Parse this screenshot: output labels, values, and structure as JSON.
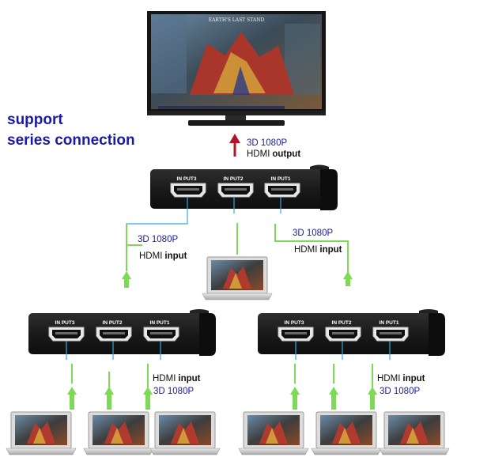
{
  "heading": {
    "line1": "support",
    "line2": "series connection"
  },
  "tv": {
    "screen_title": "EARTH'S LAST STAND"
  },
  "top_switch": {
    "ports": [
      "IN PUT3",
      "IN PUT2",
      "IN PUT1"
    ],
    "output_label": {
      "spec": "3D 1080P",
      "hdmi": "HDMI",
      "word": "output"
    }
  },
  "left_switch": {
    "ports": [
      "IN PUT3",
      "IN PUT2",
      "IN PUT1"
    ],
    "upper_link_label": {
      "spec": "3D 1080P",
      "hdmi": "HDMI",
      "word": "input"
    },
    "lower_label": {
      "hdmi": "HDMI",
      "word": "input",
      "spec": "3D 1080P"
    }
  },
  "right_switch": {
    "ports": [
      "IN PUT3",
      "IN PUT2",
      "IN PUT1"
    ],
    "upper_link_label": {
      "spec": "3D 1080P",
      "hdmi": "HDMI",
      "word": "input"
    },
    "lower_label": {
      "hdmi": "HDMI",
      "word": "input",
      "spec": "3D 1080P"
    }
  },
  "colors": {
    "heading": "#1a1aa8",
    "spec_text": "#1a1aa8",
    "output_arrow": "#b01428",
    "input_arrow": "#7ed957",
    "cable_green": "#7ed957",
    "cable_cyan": "#3aa6d8",
    "switch_body": "#1c1c1c"
  }
}
